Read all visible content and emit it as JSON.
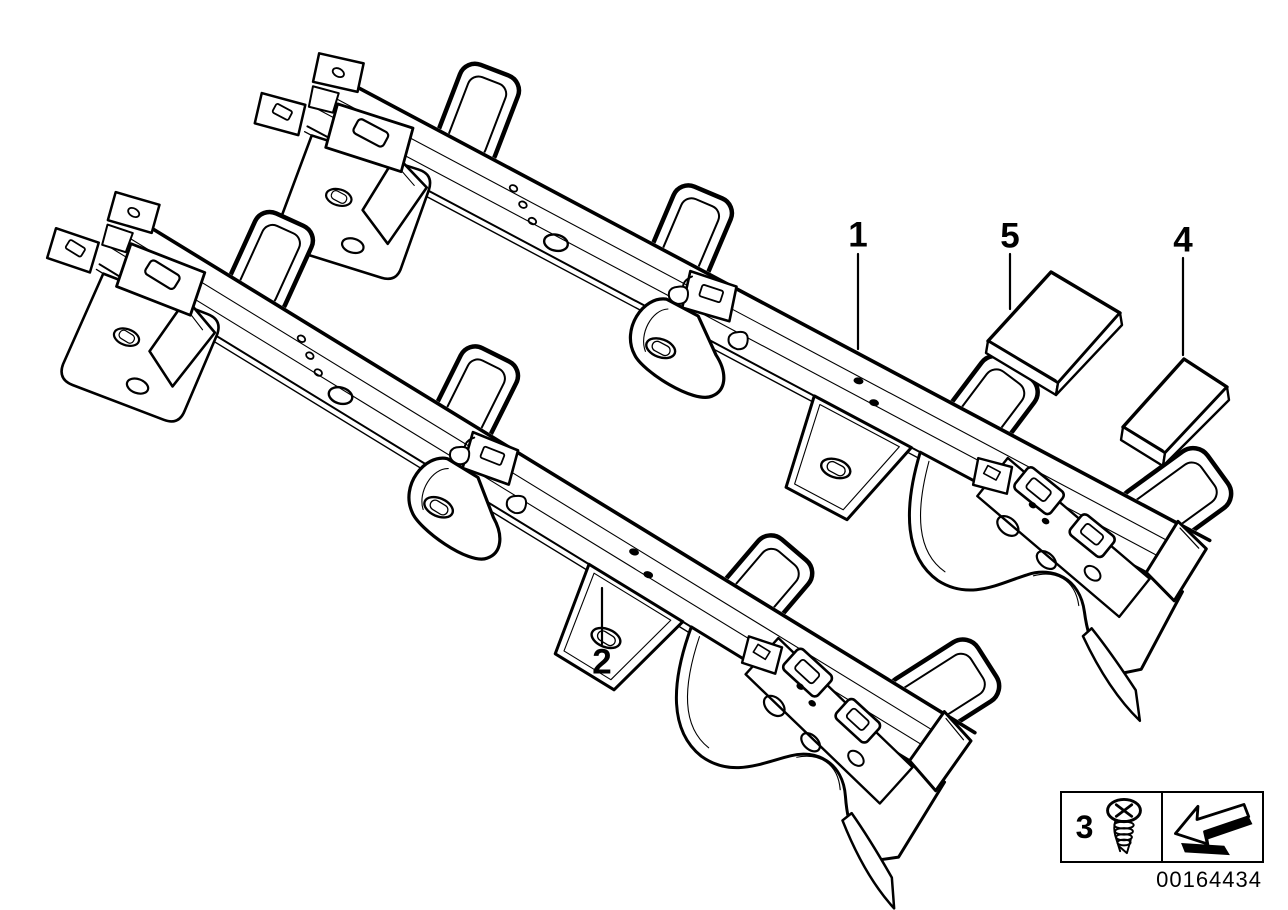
{
  "callouts": {
    "c1": "1",
    "c2": "2",
    "c4": "4",
    "c5": "5"
  },
  "legend": {
    "item_number": "3",
    "screw_icon": "screw-icon",
    "arrow_icon": "direction-arrow-icon"
  },
  "footer": {
    "part_number": "00164434"
  },
  "colors": {
    "ink": "#000000",
    "paper": "#ffffff"
  }
}
